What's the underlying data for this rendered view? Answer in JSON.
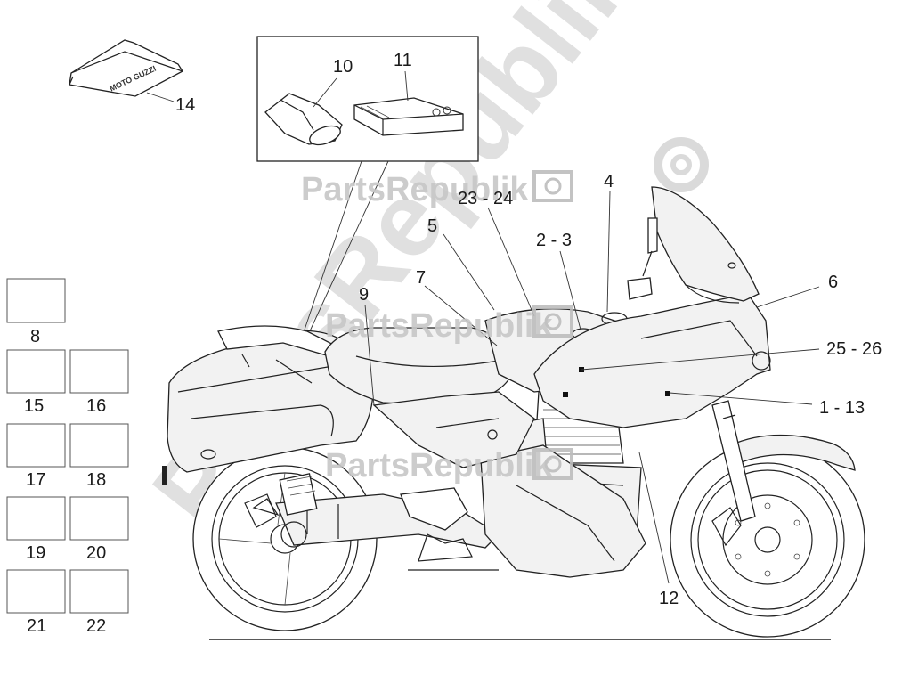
{
  "watermark": {
    "brand": "PartsRepublik",
    "diagonal": "PartsRepublik"
  },
  "inset": {
    "label_10": "10",
    "label_11": "11"
  },
  "callouts": {
    "c14": "14",
    "c8": "8",
    "c15": "15",
    "c16": "16",
    "c17": "17",
    "c18": "18",
    "c19": "19",
    "c20": "20",
    "c21": "21",
    "c22": "22",
    "c23_24": "23 - 24",
    "c4": "4",
    "c5": "5",
    "c2_3": "2 - 3",
    "c7": "7",
    "c9": "9",
    "c6": "6",
    "c25_26": "25 - 26",
    "c1_13": "1 - 13",
    "c12": "12"
  },
  "bag_logo": "MOTO GUZZI"
}
